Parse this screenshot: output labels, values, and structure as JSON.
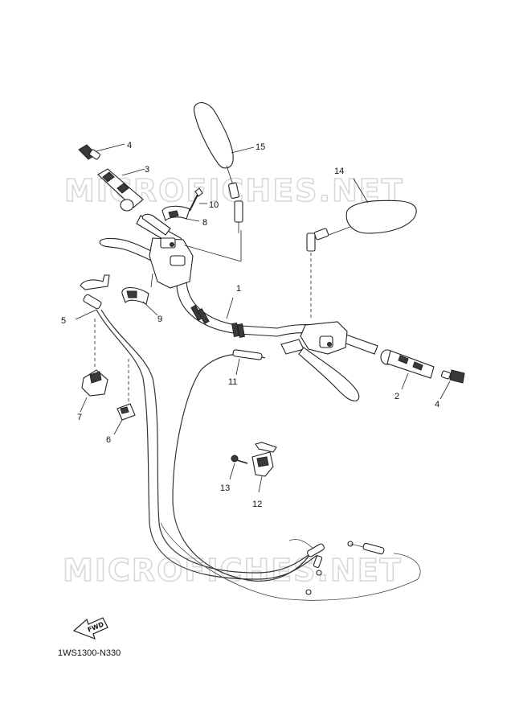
{
  "watermark": {
    "top": "MICROFICHES.NET",
    "bottom": "MICROFICHES.NET"
  },
  "diagram_code": "1WS1300-N330",
  "fwd_label": "FWD",
  "callouts": {
    "c1": "1",
    "c2": "2",
    "c3": "3",
    "c4a": "4",
    "c4b": "4",
    "c5": "5",
    "c6": "6",
    "c7": "7",
    "c8": "8",
    "c9": "9",
    "c10": "10",
    "c11": "11",
    "c12": "12",
    "c13": "13",
    "c14": "14",
    "c15": "15"
  }
}
